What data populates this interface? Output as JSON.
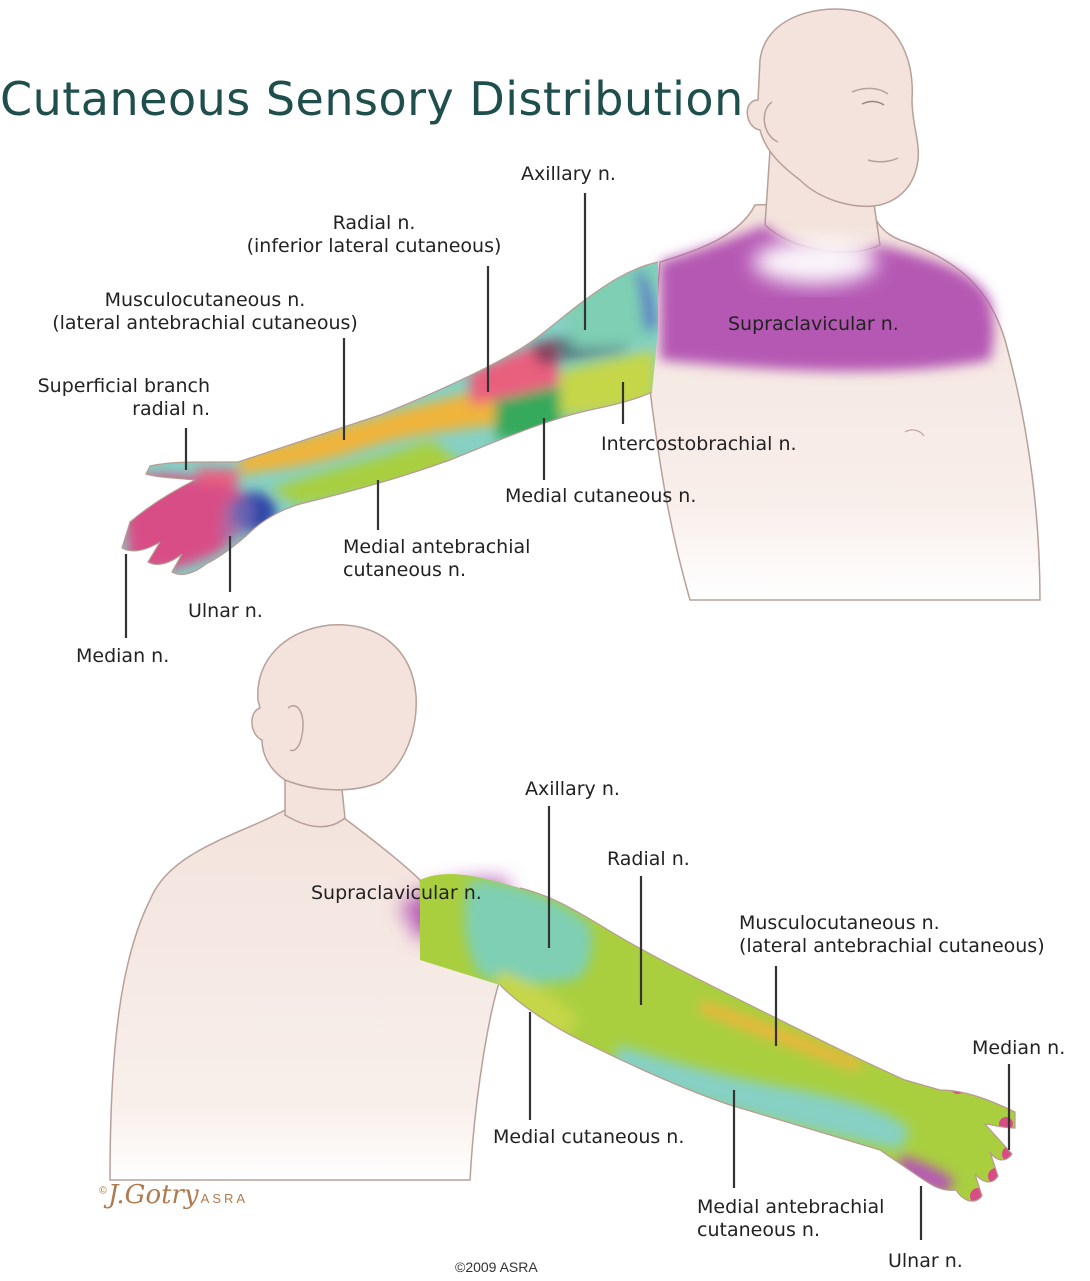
{
  "title": "Cutaneous Sensory Distribution",
  "front_view": {
    "labels": {
      "axillary": "Axillary n.",
      "radial_1": "Radial n.",
      "radial_2": "(inferior lateral cutaneous)",
      "musculo_1": "Musculocutaneous n.",
      "musculo_2": "(lateral antebrachial cutaneous)",
      "superficial_1": "Superficial branch",
      "superficial_2": "radial n.",
      "supraclavicular": "Supraclavicular n.",
      "intercostobrachial": "Intercostobrachial n.",
      "medial_cutaneous": "Medial cutaneous n.",
      "medial_antebrachial_1": "Medial antebrachial",
      "medial_antebrachial_2": "cutaneous n.",
      "ulnar": "Ulnar n.",
      "median": "Median n."
    }
  },
  "back_view": {
    "labels": {
      "axillary": "Axillary n.",
      "radial": "Radial n.",
      "supraclavicular": "Supraclavicular n.",
      "musculo_1": "Musculocutaneous n.",
      "musculo_2": "(lateral antebrachial cutaneous)",
      "median": "Median n.",
      "medial_cutaneous": "Medial cutaneous n.",
      "medial_antebrachial_1": "Medial antebrachial",
      "medial_antebrachial_2": "cutaneous n.",
      "ulnar": "Ulnar n."
    }
  },
  "signature": {
    "mark": "©",
    "name": "J.Gotry",
    "org": "ASRA"
  },
  "copyright": "©2009 ASRA",
  "colors": {
    "skin": "#f5e7e1",
    "outline": "#b8a09a",
    "supraclavicular": "#b559b4",
    "axillary": "#7ecfb3",
    "radial": "#e95f7e",
    "musculocutaneous": "#f0b43a",
    "medial_antebrachial": "#86d0c4",
    "medial_cutaneous": "#36a95b",
    "intercostobrachial": "#c6d64a",
    "median": "#d84d86",
    "ulnar": "#2f45a8",
    "radial_back": "#a9cf3f",
    "title": "#1f4f4c"
  }
}
